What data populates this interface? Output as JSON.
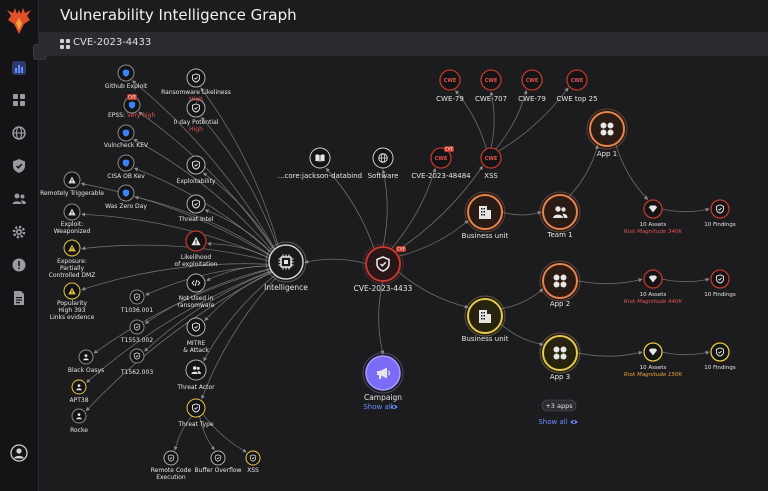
{
  "app": {
    "title": "Vulnerability Intelligence Graph",
    "cve": "CVE-2023-4433"
  },
  "icons": {
    "logo": "phoenix-logo",
    "sidebar": [
      "bar-chart-icon",
      "grid-icon",
      "globe-icon",
      "shield-icon",
      "users-icon",
      "gear-icon",
      "alert-icon",
      "document-icon"
    ],
    "collapse": "chevron-right-icon",
    "user": "user-avatar-icon"
  },
  "colors": {
    "bg": "#1c1c1f",
    "edge": "#8a8a8a",
    "orange": "#e8834a",
    "yellow": "#e8c84a",
    "red": "#c0392b",
    "purple": "#7b6cf6",
    "blue": "#3b82f6",
    "riskRed": "#e05252",
    "riskOrange": "#e8a23a"
  },
  "labels": {
    "github": "Github Exploit",
    "epss": "EPSS:",
    "epss_val": "Very high",
    "vulncheck": "Vulncheck KEV",
    "cisa": "CISA OB Kev",
    "zeroday": "Was Zero Day",
    "ransom": "Ransomware Likeliness",
    "ransom_val": "High",
    "oday": "0 day Potential",
    "oday_val": "High",
    "exploitability": "Exploitability",
    "threatintel": "Threat Intel",
    "remote": "Remotely Triggerable",
    "exploitw1": "Exploit:",
    "exploitw2": "Weaponized",
    "exposure1": "Exposure:",
    "exposure2": "Partially",
    "exposure3": "Controlled DMZ",
    "pop1": "Popularity",
    "pop2": "High 393",
    "pop3": "Links evidence",
    "likely1": "Likelihood",
    "likely2": "of exploitation",
    "notused1": "Not Used in",
    "notused2": "ransomware",
    "t1036": "T1036.001",
    "t1553": "T1553.002",
    "t1562": "T1562.003",
    "mitre1": "MITRE",
    "mitre2": "& Attack",
    "blackoasys": "Black Oasys",
    "apt38": "APT38",
    "rocke": "Rocke",
    "threatactor": "Threat Actor",
    "threattype": "Threat Type",
    "rce1": "Remote Code",
    "rce2": "Execution",
    "bof": "Buffer Overflow",
    "xss": "XSS",
    "intelligence": "Intelligence",
    "cvemain": "CVE-2023-4433",
    "campaign": "Campaign",
    "showall": "Show all",
    "databind": "...core:jackson-databind",
    "software": "Software",
    "cve2": "CVE-2023-48484",
    "xss2": "XSS",
    "cwe": "CWE",
    "cwe79": "CWE-79",
    "cwe707": "CWE-707",
    "cwe79b": "CWE-79",
    "cwetop": "CWE top 25",
    "bu1": "Business unit",
    "bu2": "Business unit",
    "team1": "Team 1",
    "app1": "App 1",
    "app2": "App 2",
    "app3": "App 3",
    "more": "+3 apps",
    "showall2": "Show all",
    "assets": "10 Assets",
    "findings": "10 Findings",
    "riskmag": "Risk Magnitude",
    "r1": "340K",
    "r2": "440K",
    "r3": "150K",
    "badge": "CVE"
  }
}
